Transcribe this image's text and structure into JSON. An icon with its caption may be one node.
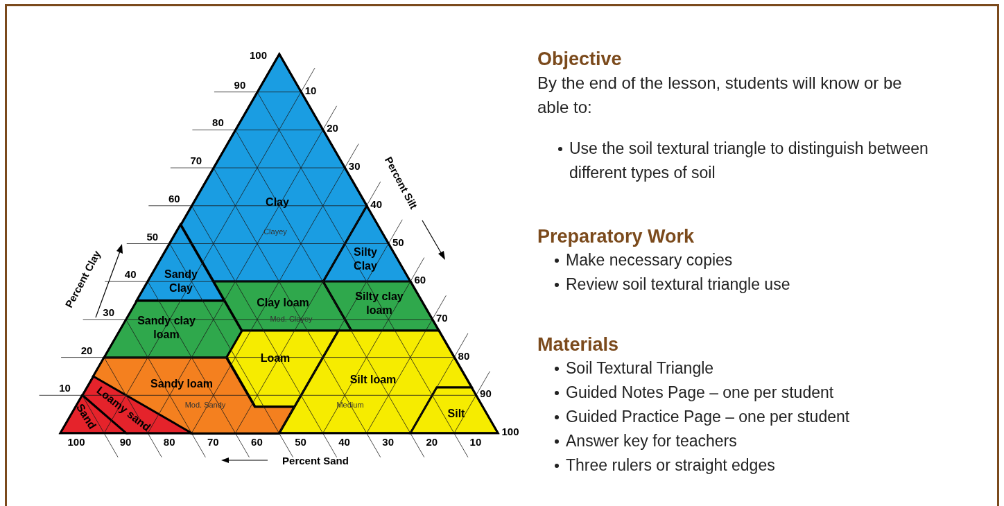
{
  "diagram": {
    "nodes": [
      {
        "text": [
          "Clay",
          "Clayey"
        ]
      },
      {
        "text": [
          "Sandy Clay"
        ]
      },
      {
        "text": [
          "Silty Clay"
        ]
      },
      {
        "text": [
          "Clay loam",
          "Mod. Clayey"
        ]
      },
      {
        "text": [
          "Silty clay loam"
        ]
      },
      {
        "text": [
          "Sandy clay loam"
        ]
      },
      {
        "text": [
          "Loam"
        ]
      },
      {
        "text": [
          "Silt loam",
          "Medium"
        ]
      },
      {
        "text": [
          "Silt"
        ]
      },
      {
        "text": [
          "Sandy loam",
          "Mod. Sandy"
        ]
      },
      {
        "text": [
          "Loamy sand"
        ]
      },
      {
        "text": [
          "Sand"
        ]
      }
    ],
    "labels": [
      "100",
      "90",
      "80",
      "70",
      "60",
      "50",
      "40",
      "30",
      "20",
      "10",
      "10",
      "20",
      "30",
      "40",
      "50",
      "60",
      "70",
      "80",
      "90",
      "100",
      "100",
      "90",
      "80",
      "70",
      "60",
      "50",
      "40",
      "30",
      "20",
      "10",
      "Percent Clay",
      "Percent Silt",
      "Percent Sand",
      "Objective",
      "By the end of the lesson, students will know or be able to:",
      "Use the soil textural triangle to distinguish between different types of soil",
      "Preparatory Work",
      "Make necessary copies",
      "Review soil textural triangle use",
      "Materials",
      "Soil Textural Triangle",
      "Guided Notes Page – one per student",
      "Guided Practice Page – one per student",
      "Answer key for teachers",
      "Three rulers or straight edges"
    ]
  }
}
